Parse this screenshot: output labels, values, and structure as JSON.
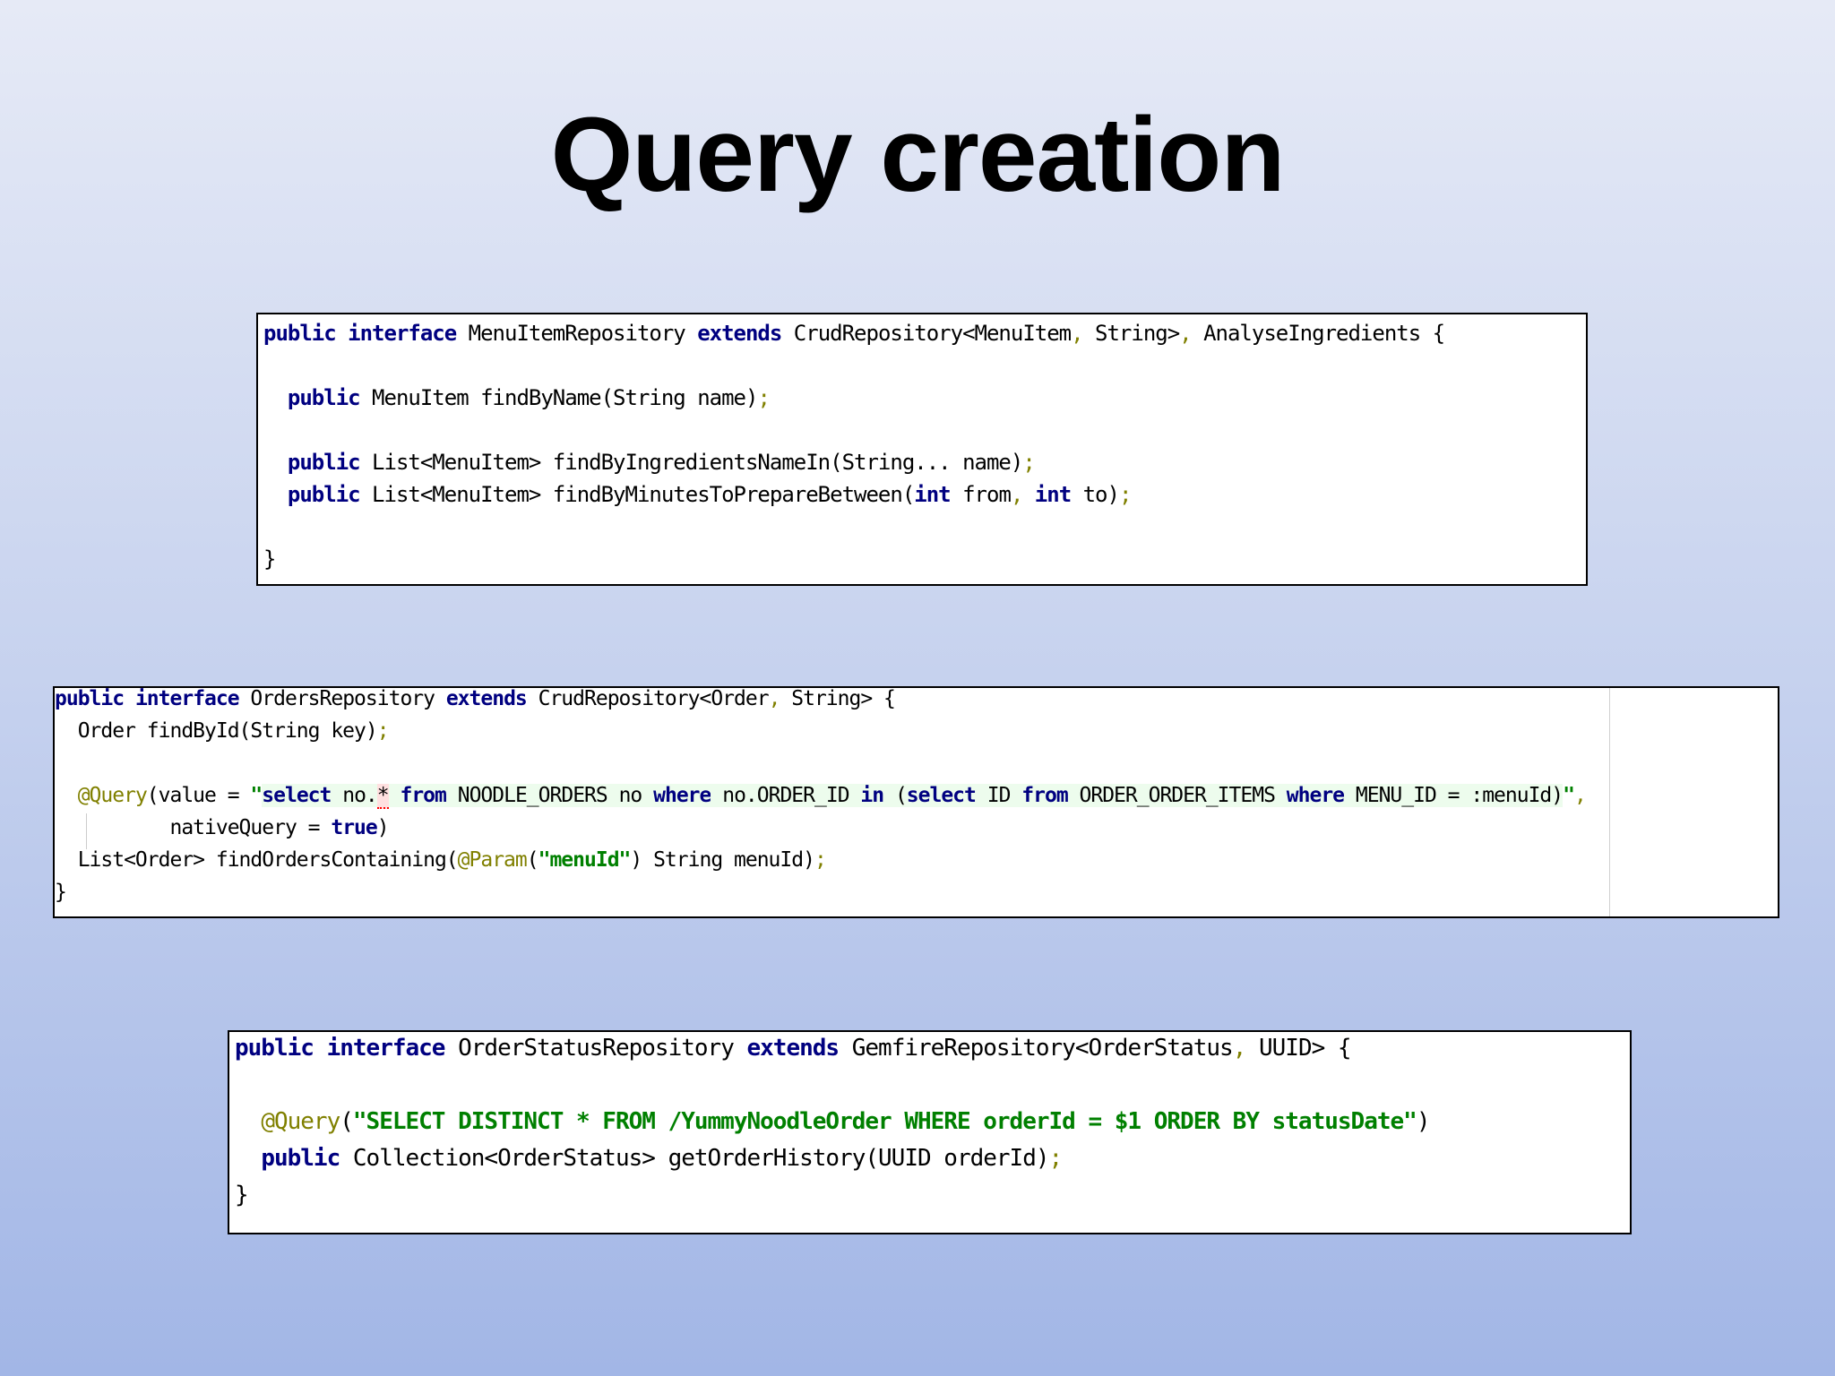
{
  "slide": {
    "title": "Query creation"
  },
  "code_blocks": [
    {
      "name": "menu-item-repository",
      "lines": [
        [
          {
            "t": "public",
            "c": "kw"
          },
          {
            "t": " ",
            "c": "pl"
          },
          {
            "t": "interface",
            "c": "kw"
          },
          {
            "t": " MenuItemRepository ",
            "c": "pl"
          },
          {
            "t": "extends",
            "c": "kw"
          },
          {
            "t": " CrudRepository<MenuItem",
            "c": "pl"
          },
          {
            "t": ",",
            "c": "pn"
          },
          {
            "t": " String>",
            "c": "pl"
          },
          {
            "t": ",",
            "c": "pn"
          },
          {
            "t": " AnalyseIngredients {",
            "c": "pl"
          }
        ],
        [],
        [
          {
            "t": "  ",
            "c": "pl"
          },
          {
            "t": "public",
            "c": "kw"
          },
          {
            "t": " MenuItem findByName(String name)",
            "c": "pl"
          },
          {
            "t": ";",
            "c": "pn"
          }
        ],
        [],
        [
          {
            "t": "  ",
            "c": "pl"
          },
          {
            "t": "public",
            "c": "kw"
          },
          {
            "t": " List<MenuItem> findByIngredientsNameIn(String... name)",
            "c": "pl"
          },
          {
            "t": ";",
            "c": "pn"
          }
        ],
        [
          {
            "t": "  ",
            "c": "pl"
          },
          {
            "t": "public",
            "c": "kw"
          },
          {
            "t": " List<MenuItem> findByMinutesToPrepareBetween(",
            "c": "pl"
          },
          {
            "t": "int",
            "c": "kw"
          },
          {
            "t": " from",
            "c": "pl"
          },
          {
            "t": ",",
            "c": "pn"
          },
          {
            "t": " ",
            "c": "pl"
          },
          {
            "t": "int",
            "c": "kw"
          },
          {
            "t": " to)",
            "c": "pl"
          },
          {
            "t": ";",
            "c": "pn"
          }
        ],
        [],
        [
          {
            "t": "}",
            "c": "pl"
          }
        ]
      ]
    },
    {
      "name": "orders-repository",
      "lines": [
        [
          {
            "t": "public",
            "c": "kw"
          },
          {
            "t": " ",
            "c": "pl"
          },
          {
            "t": "interface",
            "c": "kw"
          },
          {
            "t": " OrdersRepository ",
            "c": "pl"
          },
          {
            "t": "extends",
            "c": "kw"
          },
          {
            "t": " CrudRepository<Order",
            "c": "pl"
          },
          {
            "t": ",",
            "c": "pn"
          },
          {
            "t": " String> {",
            "c": "pl"
          }
        ],
        [
          {
            "t": "  Order findById(String key)",
            "c": "pl"
          },
          {
            "t": ";",
            "c": "pn"
          }
        ],
        [],
        [
          {
            "t": "  ",
            "c": "pl"
          },
          {
            "t": "@Query",
            "c": "an"
          },
          {
            "t": "(value = ",
            "c": "pl"
          },
          {
            "t": "\"",
            "c": "st"
          },
          {
            "t": "select",
            "c": "sqlk sql"
          },
          {
            "t": " no.",
            "c": "sqlp sql"
          },
          {
            "t": "*",
            "c": "sqlp sql err"
          },
          {
            "t": " ",
            "c": "sqlp sql"
          },
          {
            "t": "from",
            "c": "sqlk sql"
          },
          {
            "t": " NOODLE_ORDERS no ",
            "c": "sqlp sql"
          },
          {
            "t": "where",
            "c": "sqlk sql"
          },
          {
            "t": " no.ORDER_ID ",
            "c": "sqlp sql"
          },
          {
            "t": "in",
            "c": "sqlk sql"
          },
          {
            "t": " (",
            "c": "sqlp sql"
          },
          {
            "t": "select",
            "c": "sqlk sql"
          },
          {
            "t": " ID ",
            "c": "sqlp sql"
          },
          {
            "t": "from",
            "c": "sqlk sql"
          },
          {
            "t": " ORDER_ORDER_ITEMS ",
            "c": "sqlp sql"
          },
          {
            "t": "where",
            "c": "sqlk sql"
          },
          {
            "t": " MENU_ID = :menuId)",
            "c": "sqlp sql"
          },
          {
            "t": "\"",
            "c": "st"
          },
          {
            "t": ",",
            "c": "pn"
          }
        ],
        [
          {
            "t": "          nativeQuery = ",
            "c": "pl"
          },
          {
            "t": "true",
            "c": "kw"
          },
          {
            "t": ")",
            "c": "pl"
          }
        ],
        [
          {
            "t": "  List<Order> findOrdersContaining(",
            "c": "pl"
          },
          {
            "t": "@Param",
            "c": "an"
          },
          {
            "t": "(",
            "c": "pl"
          },
          {
            "t": "\"menuId\"",
            "c": "st"
          },
          {
            "t": ") String menuId)",
            "c": "pl"
          },
          {
            "t": ";",
            "c": "pn"
          }
        ],
        [
          {
            "t": "}",
            "c": "pl"
          }
        ]
      ]
    },
    {
      "name": "order-status-repository",
      "lines": [
        [
          {
            "t": "public",
            "c": "kw"
          },
          {
            "t": " ",
            "c": "pl"
          },
          {
            "t": "interface",
            "c": "kw"
          },
          {
            "t": " OrderStatusRepository ",
            "c": "pl"
          },
          {
            "t": "extends",
            "c": "kw"
          },
          {
            "t": " GemfireRepository<OrderStatus",
            "c": "pl"
          },
          {
            "t": ",",
            "c": "pn"
          },
          {
            "t": " UUID> {",
            "c": "pl"
          }
        ],
        [],
        [
          {
            "t": "  ",
            "c": "pl"
          },
          {
            "t": "@Query",
            "c": "an"
          },
          {
            "t": "(",
            "c": "pl"
          },
          {
            "t": "\"SELECT DISTINCT * FROM /YummyNoodleOrder WHERE orderId = $1 ORDER BY statusDate\"",
            "c": "st"
          },
          {
            "t": ")",
            "c": "pl"
          }
        ],
        [
          {
            "t": "  ",
            "c": "pl"
          },
          {
            "t": "public",
            "c": "kw"
          },
          {
            "t": " Collection<OrderStatus> getOrderHistory(UUID orderId)",
            "c": "pl"
          },
          {
            "t": ";",
            "c": "pn"
          }
        ],
        [
          {
            "t": "}",
            "c": "pl"
          }
        ]
      ]
    }
  ]
}
